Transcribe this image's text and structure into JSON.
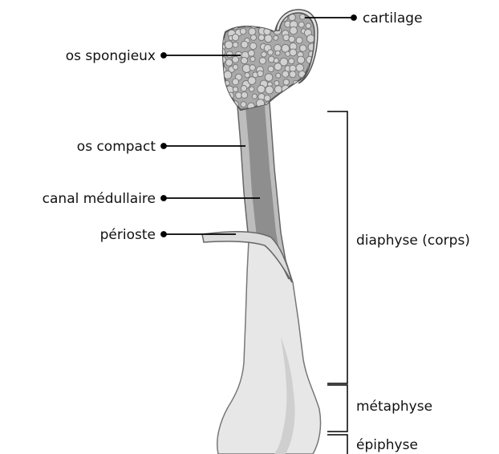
{
  "labels": {
    "cartilage": "cartilage",
    "spongy_bone": "os spongieux",
    "compact_bone": "os compact",
    "medullary_canal": "canal médullaire",
    "periosteum": "périoste",
    "diaphysis": "diaphyse (corps)",
    "metaphysis": "métaphyse",
    "epiphysis": "épiphyse"
  },
  "colors": {
    "bone_fill": "#e7e7e7",
    "bone_shadow": "#cfcfcf",
    "spongy_fill": "#a9a9a9",
    "spongy_cell": "#d2d2d2",
    "canal_fill": "#8e8e8e",
    "compact_fill": "#bdbdbd",
    "outline": "#555555",
    "leader": "#000000"
  }
}
